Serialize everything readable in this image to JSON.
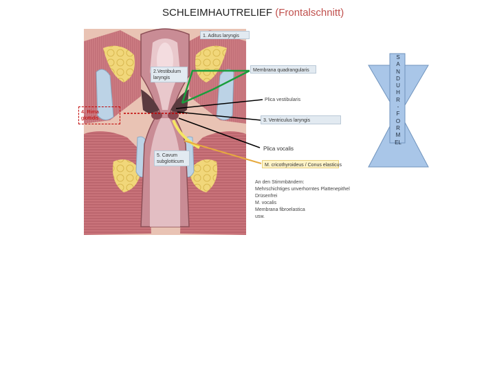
{
  "title": {
    "main": "SCHLEIMHAUTRELIEF",
    "sub": "(Frontalschnitt)"
  },
  "labels": {
    "aditus": "1. Aditus laryngis",
    "vestibulum_1": "2.Vestibulum",
    "vestibulum_2": "laryngis",
    "membrana": "Membrana quadrangularis",
    "plica_vestibularis": "Plica vestibularis",
    "ventriculus": "3. Ventriculus laryngis",
    "rima_1": "4. Rima",
    "rima_2": "glottidis",
    "plica_vocalis": "Plica vocalis",
    "conus": "M. cricothyroideus / Conus elasticus",
    "cavum_1": "5. Cavum",
    "cavum_2": "subglotticum"
  },
  "notes": [
    "An den Stimmbändern:",
    "Mehrschichtiges unverhorntes Plattenepithel",
    "Drüsenfrei",
    "M. vocalis",
    "Membrana fibroelastica",
    "usw."
  ],
  "sanduhr_letters": [
    "S",
    "A",
    "N",
    "D",
    "U",
    "H",
    "R",
    "-",
    "F",
    "O",
    "R",
    "M",
    "EL"
  ],
  "colors": {
    "title_accent": "#c0504d",
    "hourglass_fill": "#a9c6e8",
    "rima_red": "#c00000",
    "green_pointer": "#1a9e3c",
    "yellow_pointer": "#f5e663",
    "orange_pointer": "#e6a93e"
  }
}
